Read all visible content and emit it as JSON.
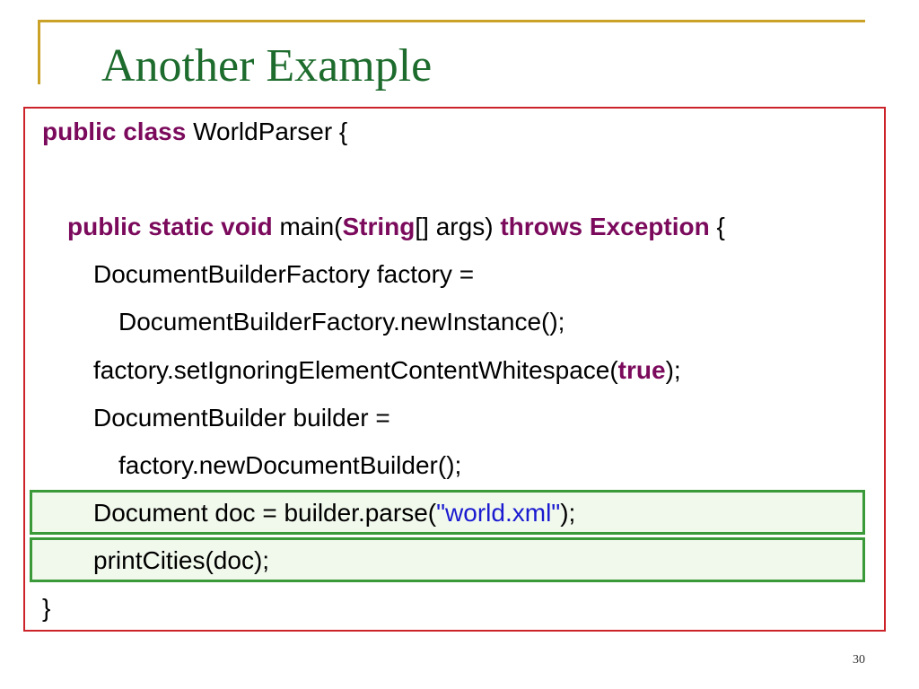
{
  "slide": {
    "title": "Another Example",
    "page_number": "30"
  },
  "colors": {
    "title": "#1d6b2d",
    "keyword": "#7b0a5c",
    "string": "#1a1ad0",
    "code_box_border": "#cc2229",
    "highlight_border": "#3a9a3a",
    "decoration": "#c9a227"
  },
  "code": {
    "line1": {
      "kw1": "public class",
      "text1": " WorldParser {"
    },
    "line3": {
      "kw1": "public static void",
      "text1": " main(",
      "kw2": "String",
      "text2": "[] args) ",
      "kw3": "throws Exception",
      "text3": " {"
    },
    "line4": {
      "text1": "DocumentBuilderFactory factory ="
    },
    "line5": {
      "text1": "DocumentBuilderFactory.newInstance();"
    },
    "line6": {
      "text1": "factory.setIgnoringElementContentWhitespace(",
      "kw1": "true",
      "text2": ");"
    },
    "line7": {
      "text1": "DocumentBuilder builder ="
    },
    "line8": {
      "text1": "factory.newDocumentBuilder();"
    },
    "line9": {
      "text1": "Document doc = builder.parse(",
      "str1": "\"world.xml\"",
      "text2": ");"
    },
    "line10": {
      "text1": "printCities(doc);"
    },
    "line11": {
      "text1": "}"
    }
  }
}
